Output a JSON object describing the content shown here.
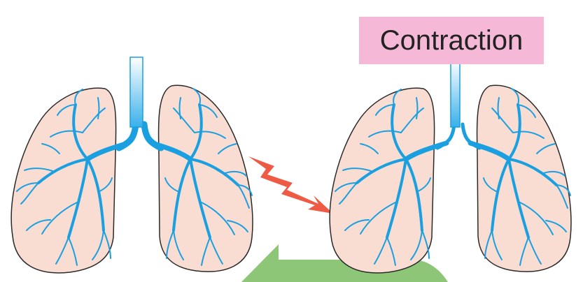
{
  "label": {
    "text": "Contraction",
    "background": "#f5b8d6"
  },
  "colors": {
    "lung_fill": "#f9ddd3",
    "lung_outline": "#2a2a2a",
    "airway": "#1aa0e0",
    "trachea_top": "#ffffff",
    "trachea_bottom": "#39b0ea",
    "lightning": "#ef5a44",
    "arrow": "#8cc676"
  },
  "figures": [
    {
      "name": "normal-lungs",
      "state": "relaxed"
    },
    {
      "name": "contracted-lungs",
      "state": "contracted"
    }
  ],
  "icons": {
    "stimulus": "lightning-icon",
    "process_arrow": "green-arrow-icon"
  }
}
